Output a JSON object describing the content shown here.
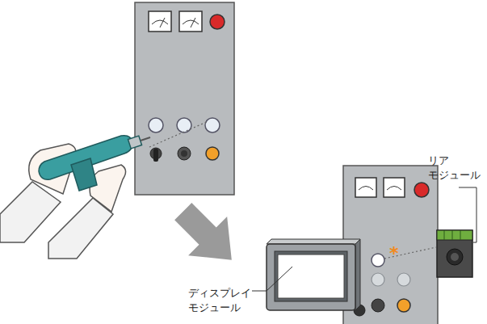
{
  "diagram": {
    "labels": [
      "リア モジュール",
      "ディスプレイ モジュール",
      "*"
    ]
  }
}
